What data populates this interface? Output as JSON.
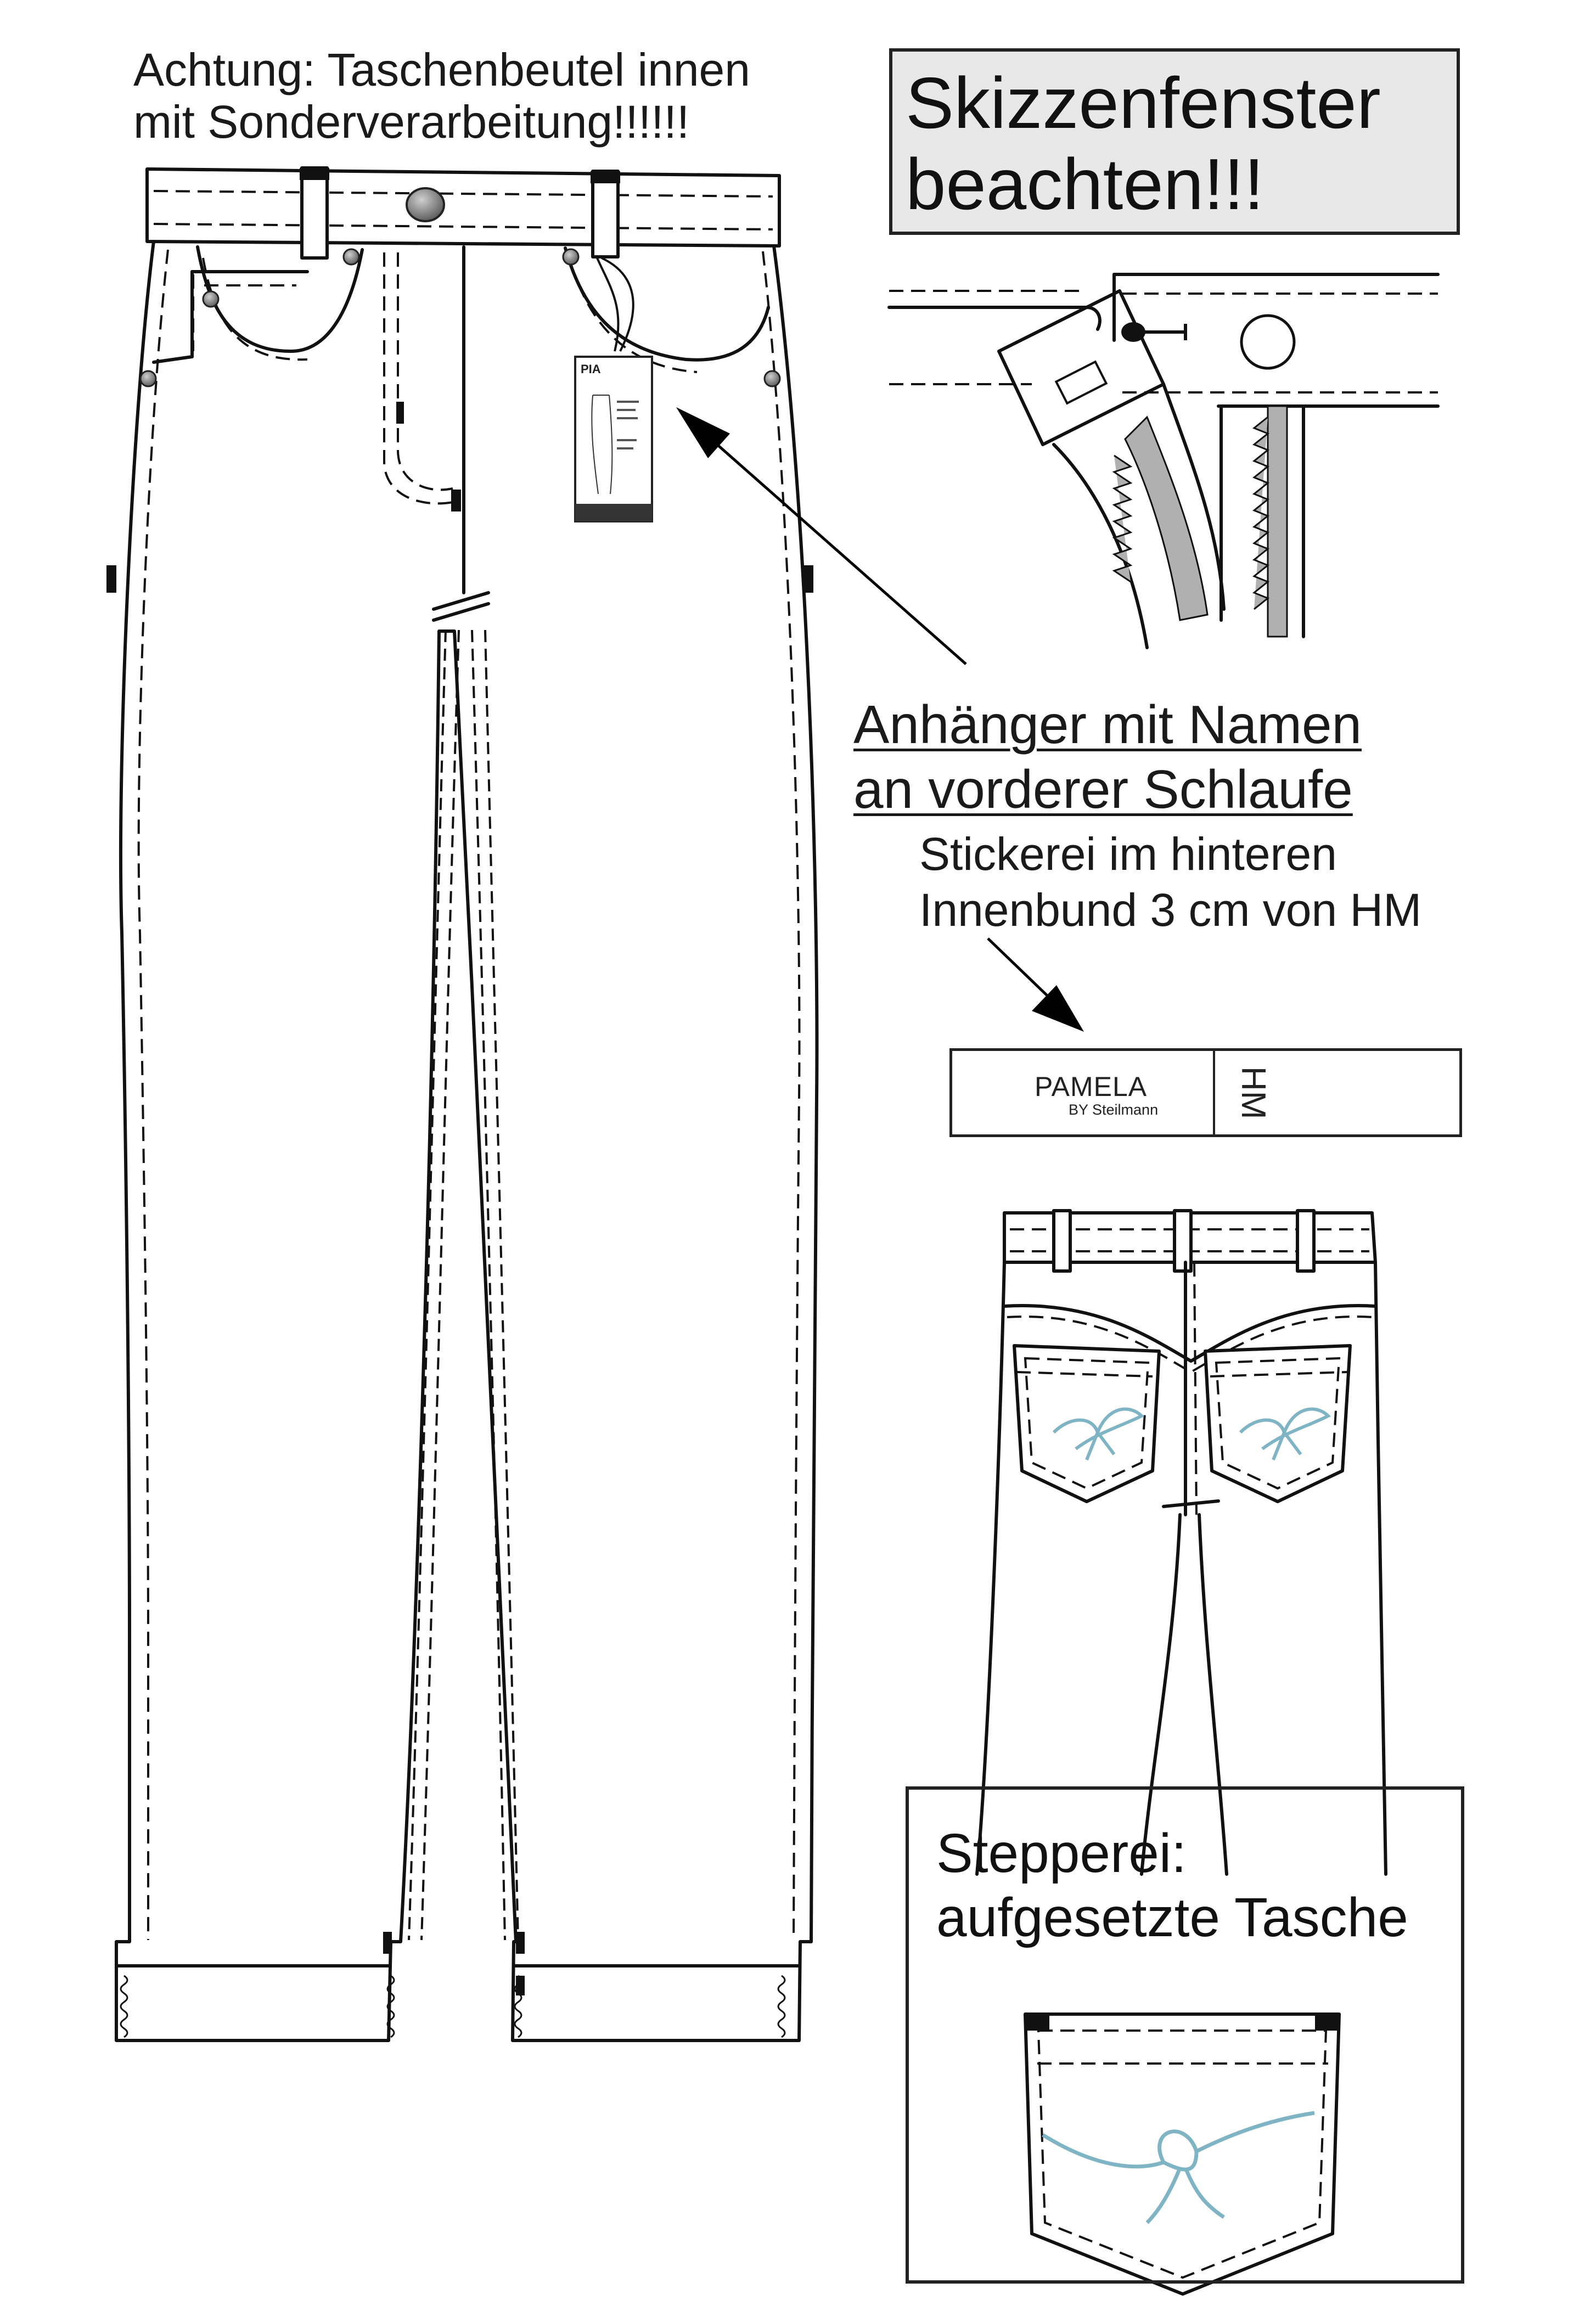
{
  "notes": {
    "top_warning": [
      "Achtung: Taschenbeutel innen",
      "mit Sonderverarbeitung!!!!!!"
    ],
    "sketch_window": [
      "Skizzenfenster",
      "beachten!!!"
    ],
    "hang_tag": [
      "Anhänger mit Namen ",
      "an vorderer Schlaufe"
    ],
    "embroidery": [
      "Stickerei im hinteren",
      "Innenbund 3 cm von HM"
    ],
    "stitching": [
      "Stepperei:",
      "aufgesetzte Tasche"
    ]
  },
  "label": {
    "brand": "PAMELA",
    "sub": "BY Steilmann",
    "hm": "HM"
  },
  "hang_tag_card": {
    "name": "PIA"
  },
  "colors": {
    "line": "#111111",
    "sketch_box_fill": "#e8e8e8",
    "zipper_grey": "#b0b0b0",
    "embroidery_blue": "#7fb4c4"
  },
  "icons": {
    "rivet": "grey-rivet-icon",
    "button": "shank-button-icon"
  }
}
